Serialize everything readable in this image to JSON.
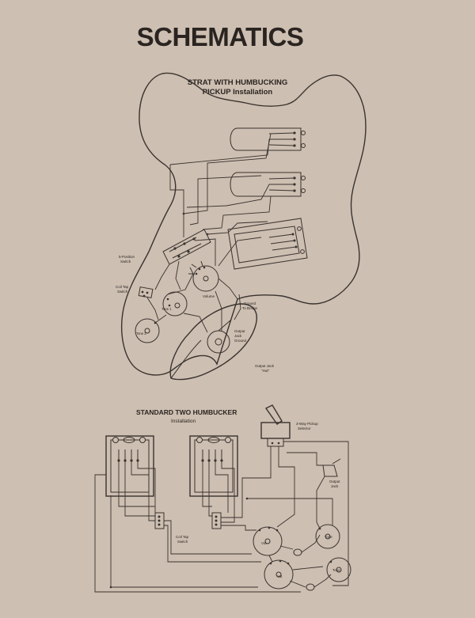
{
  "page": {
    "title": "SCHEMATICS",
    "background": "#cdbfb1",
    "ink": "#3a3330"
  },
  "diagram1": {
    "title": "STRAT  WITH HUMBUCKING",
    "subtitle": "PICKUP Installation",
    "labels": {
      "five_position_switch": [
        "5-Position",
        "Switch"
      ],
      "coil_tap_switch": [
        "Coil Tap",
        "Switch"
      ],
      "tone1": "Tone 1",
      "tone2": "Tone 2",
      "volume": "Volume",
      "ground_to_bridge": [
        "Ground",
        "To Bridge"
      ],
      "output_jack_ground": [
        "Output",
        "Jack",
        "Ground"
      ],
      "output_jack_hot": [
        "Output Jack",
        "\"Hot\""
      ]
    }
  },
  "diagram2": {
    "title": "STANDARD TWO HUMBUCKER",
    "subtitle": "Installation",
    "labels": {
      "three_way_selector": [
        "3-Way Pickup",
        "Selector"
      ],
      "output_jack": [
        "Output",
        "Jack"
      ],
      "coil_tap_switch": [
        "Coil Tap",
        "Switch"
      ],
      "vol1": "Vol.",
      "vol2": "Vol.",
      "tone1": "Tone",
      "tone2": "Tone"
    }
  }
}
